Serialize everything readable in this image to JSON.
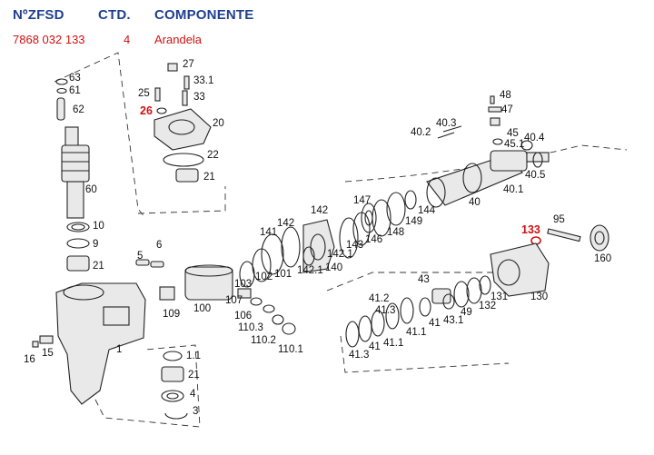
{
  "header": {
    "col_number": "NºZFSD",
    "col_qty": "CTD.",
    "col_component": "COMPONENTE"
  },
  "row": {
    "number": "7868 032 133",
    "qty": "4",
    "component": "Arandela"
  },
  "highlight_color": "#d01010",
  "header_color": "#1f3f8f",
  "labels": {
    "p63": "63",
    "p61": "61",
    "p62": "62",
    "p60": "60",
    "p10": "10",
    "p9": "9",
    "p21a": "21",
    "p27": "27",
    "p33_1": "33.1",
    "p25": "25",
    "p33": "33",
    "p26": "26",
    "p20": "20",
    "p22": "22",
    "p21b": "21",
    "p48": "48",
    "p47": "47",
    "p45": "45",
    "p45_1": "45.1",
    "p40_4": "40.4",
    "p40_2": "40.2",
    "p40_3": "40.3",
    "p40_5": "40.5",
    "p40_1": "40.1",
    "p40": "40",
    "p147": "147",
    "p146": "146",
    "p148": "148",
    "p149": "149",
    "p144": "144",
    "p142a": "142",
    "p142b": "142",
    "p141": "141",
    "p143": "143",
    "p142_1a": "142.1",
    "p142_1b": "142.1",
    "p140": "140",
    "p133": "133",
    "p95": "95",
    "p160": "160",
    "p5": "5",
    "p6": "6",
    "p109": "109",
    "p100": "100",
    "p103": "103",
    "p102": "102",
    "p101": "101",
    "p107": "107",
    "p106": "106",
    "p110_3": "110.3",
    "p110_2": "110.2",
    "p110_1": "110.1",
    "p43": "43",
    "p41_2": "41.2",
    "p41_3a": "41.3",
    "p43_1": "43.1",
    "p41a": "41",
    "p49": "49",
    "p131": "131",
    "p132": "132",
    "p130": "130",
    "p41_1a": "41.1",
    "p41b": "41",
    "p41_1b": "41.1",
    "p41_3b": "41.3",
    "p1": "1",
    "p15": "15",
    "p16": "16",
    "p1_1": "1.1",
    "p21c": "21",
    "p4": "4",
    "p3": "3"
  }
}
